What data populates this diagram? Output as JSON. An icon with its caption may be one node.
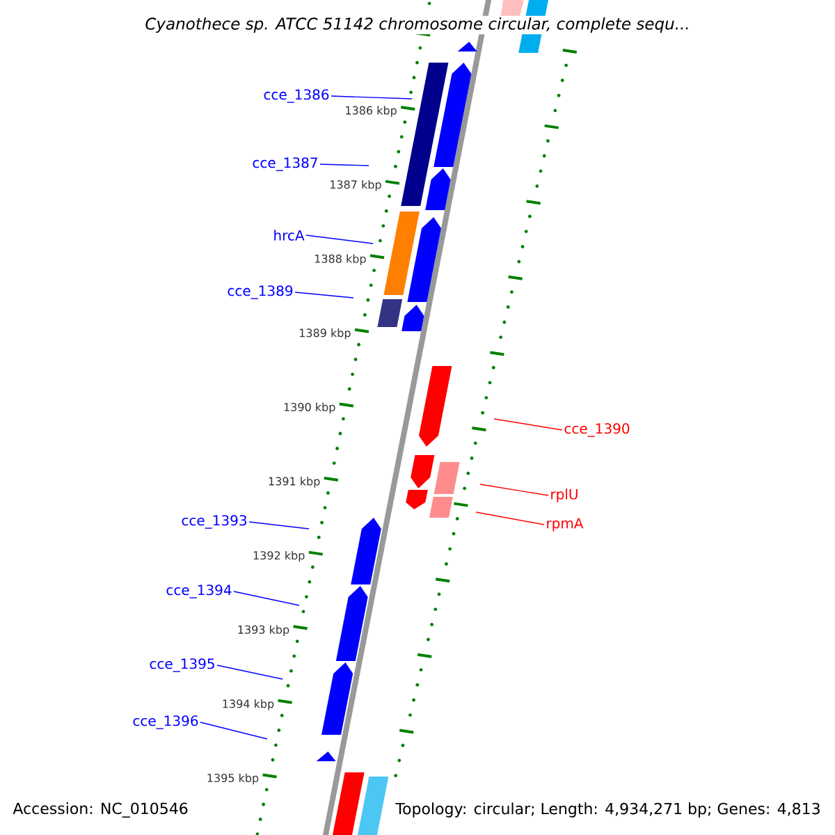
{
  "diagram": {
    "title": "Cyanothece sp. ATCC 51142 chromosome circular, complete sequ...",
    "nodes": [
      {
        "text": [
          "cce_1386"
        ]
      },
      {
        "text": [
          "cce_1387"
        ]
      },
      {
        "text": [
          "hrcA"
        ]
      },
      {
        "text": [
          "cce_1389"
        ]
      },
      {
        "text": [
          "cce_1390"
        ]
      },
      {
        "text": [
          "rplU"
        ]
      },
      {
        "text": [
          "rpmA"
        ]
      },
      {
        "text": [
          "cce_1393"
        ]
      },
      {
        "text": [
          "cce_1394"
        ]
      },
      {
        "text": [
          "cce_1395"
        ]
      },
      {
        "text": [
          "cce_1396"
        ]
      }
    ],
    "edges": [
      {
        "from": 0,
        "to": null,
        "arrow": "none",
        "color": "#0000ff"
      },
      {
        "from": 1,
        "to": null,
        "arrow": "none",
        "color": "#0000ff"
      },
      {
        "from": 2,
        "to": null,
        "arrow": "none",
        "color": "#0000ff"
      },
      {
        "from": 3,
        "to": null,
        "arrow": "none",
        "color": "#0000ff"
      },
      {
        "from": 4,
        "to": null,
        "arrow": "none",
        "color": "#ff0000"
      },
      {
        "from": 5,
        "to": null,
        "arrow": "none",
        "color": "#ff0000"
      },
      {
        "from": 6,
        "to": null,
        "arrow": "none",
        "color": "#ff0000"
      },
      {
        "from": 7,
        "to": null,
        "arrow": "none",
        "color": "#0000ff"
      },
      {
        "from": 8,
        "to": null,
        "arrow": "none",
        "color": "#0000ff"
      },
      {
        "from": 9,
        "to": null,
        "arrow": "none",
        "color": "#0000ff"
      },
      {
        "from": 10,
        "to": null,
        "arrow": "none",
        "color": "#0000ff"
      }
    ],
    "labels": [
      "1386 kbp",
      "1387 kbp",
      "1388 kbp",
      "1389 kbp",
      "1390 kbp",
      "1391 kbp",
      "1392 kbp",
      "1393 kbp",
      "1394 kbp",
      "1395 kbp",
      "Accession: NC_010546",
      "Topology: circular; Length: 4,934,271 bp; Genes: 4,813"
    ]
  }
}
